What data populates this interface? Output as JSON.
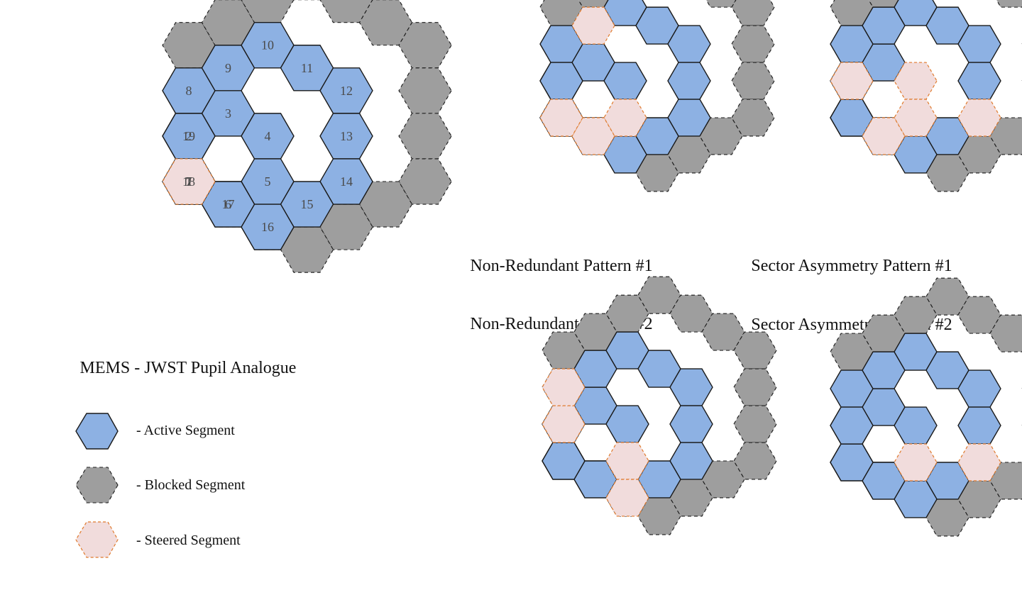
{
  "main_diagram": {
    "title": "MEMS - JWST Pupil Analogue",
    "segment_labels": [
      "1",
      "2",
      "3",
      "4",
      "5",
      "6",
      "7",
      "8",
      "9",
      "10",
      "11",
      "12",
      "13",
      "14",
      "15",
      "16",
      "17",
      "18",
      "19"
    ],
    "steered": [
      1
    ]
  },
  "legend": {
    "active": "- Active Segment",
    "blocked": "- Blocked Segment",
    "steered": "- Steered Segment"
  },
  "patterns": [
    {
      "id": "nr1",
      "title": "Non-Redundant Pattern #1",
      "steered": [
        5,
        18,
        9,
        17
      ]
    },
    {
      "id": "sa1",
      "title": "Sector Asymmetry Pattern #1",
      "steered": [
        2,
        5,
        14,
        6,
        4
      ]
    },
    {
      "id": "nr2",
      "title": "Non-Redundant Pattern #2",
      "steered": [
        8,
        2,
        5,
        16
      ]
    },
    {
      "id": "sa2",
      "title": "Sector Asymmetry Pattern #2",
      "steered": [
        5,
        14
      ]
    }
  ],
  "colors": {
    "active": "#8db1e3",
    "blocked": "#9e9e9e",
    "steered": "#f1dcdc",
    "steered_stroke": "#e07a2c"
  }
}
